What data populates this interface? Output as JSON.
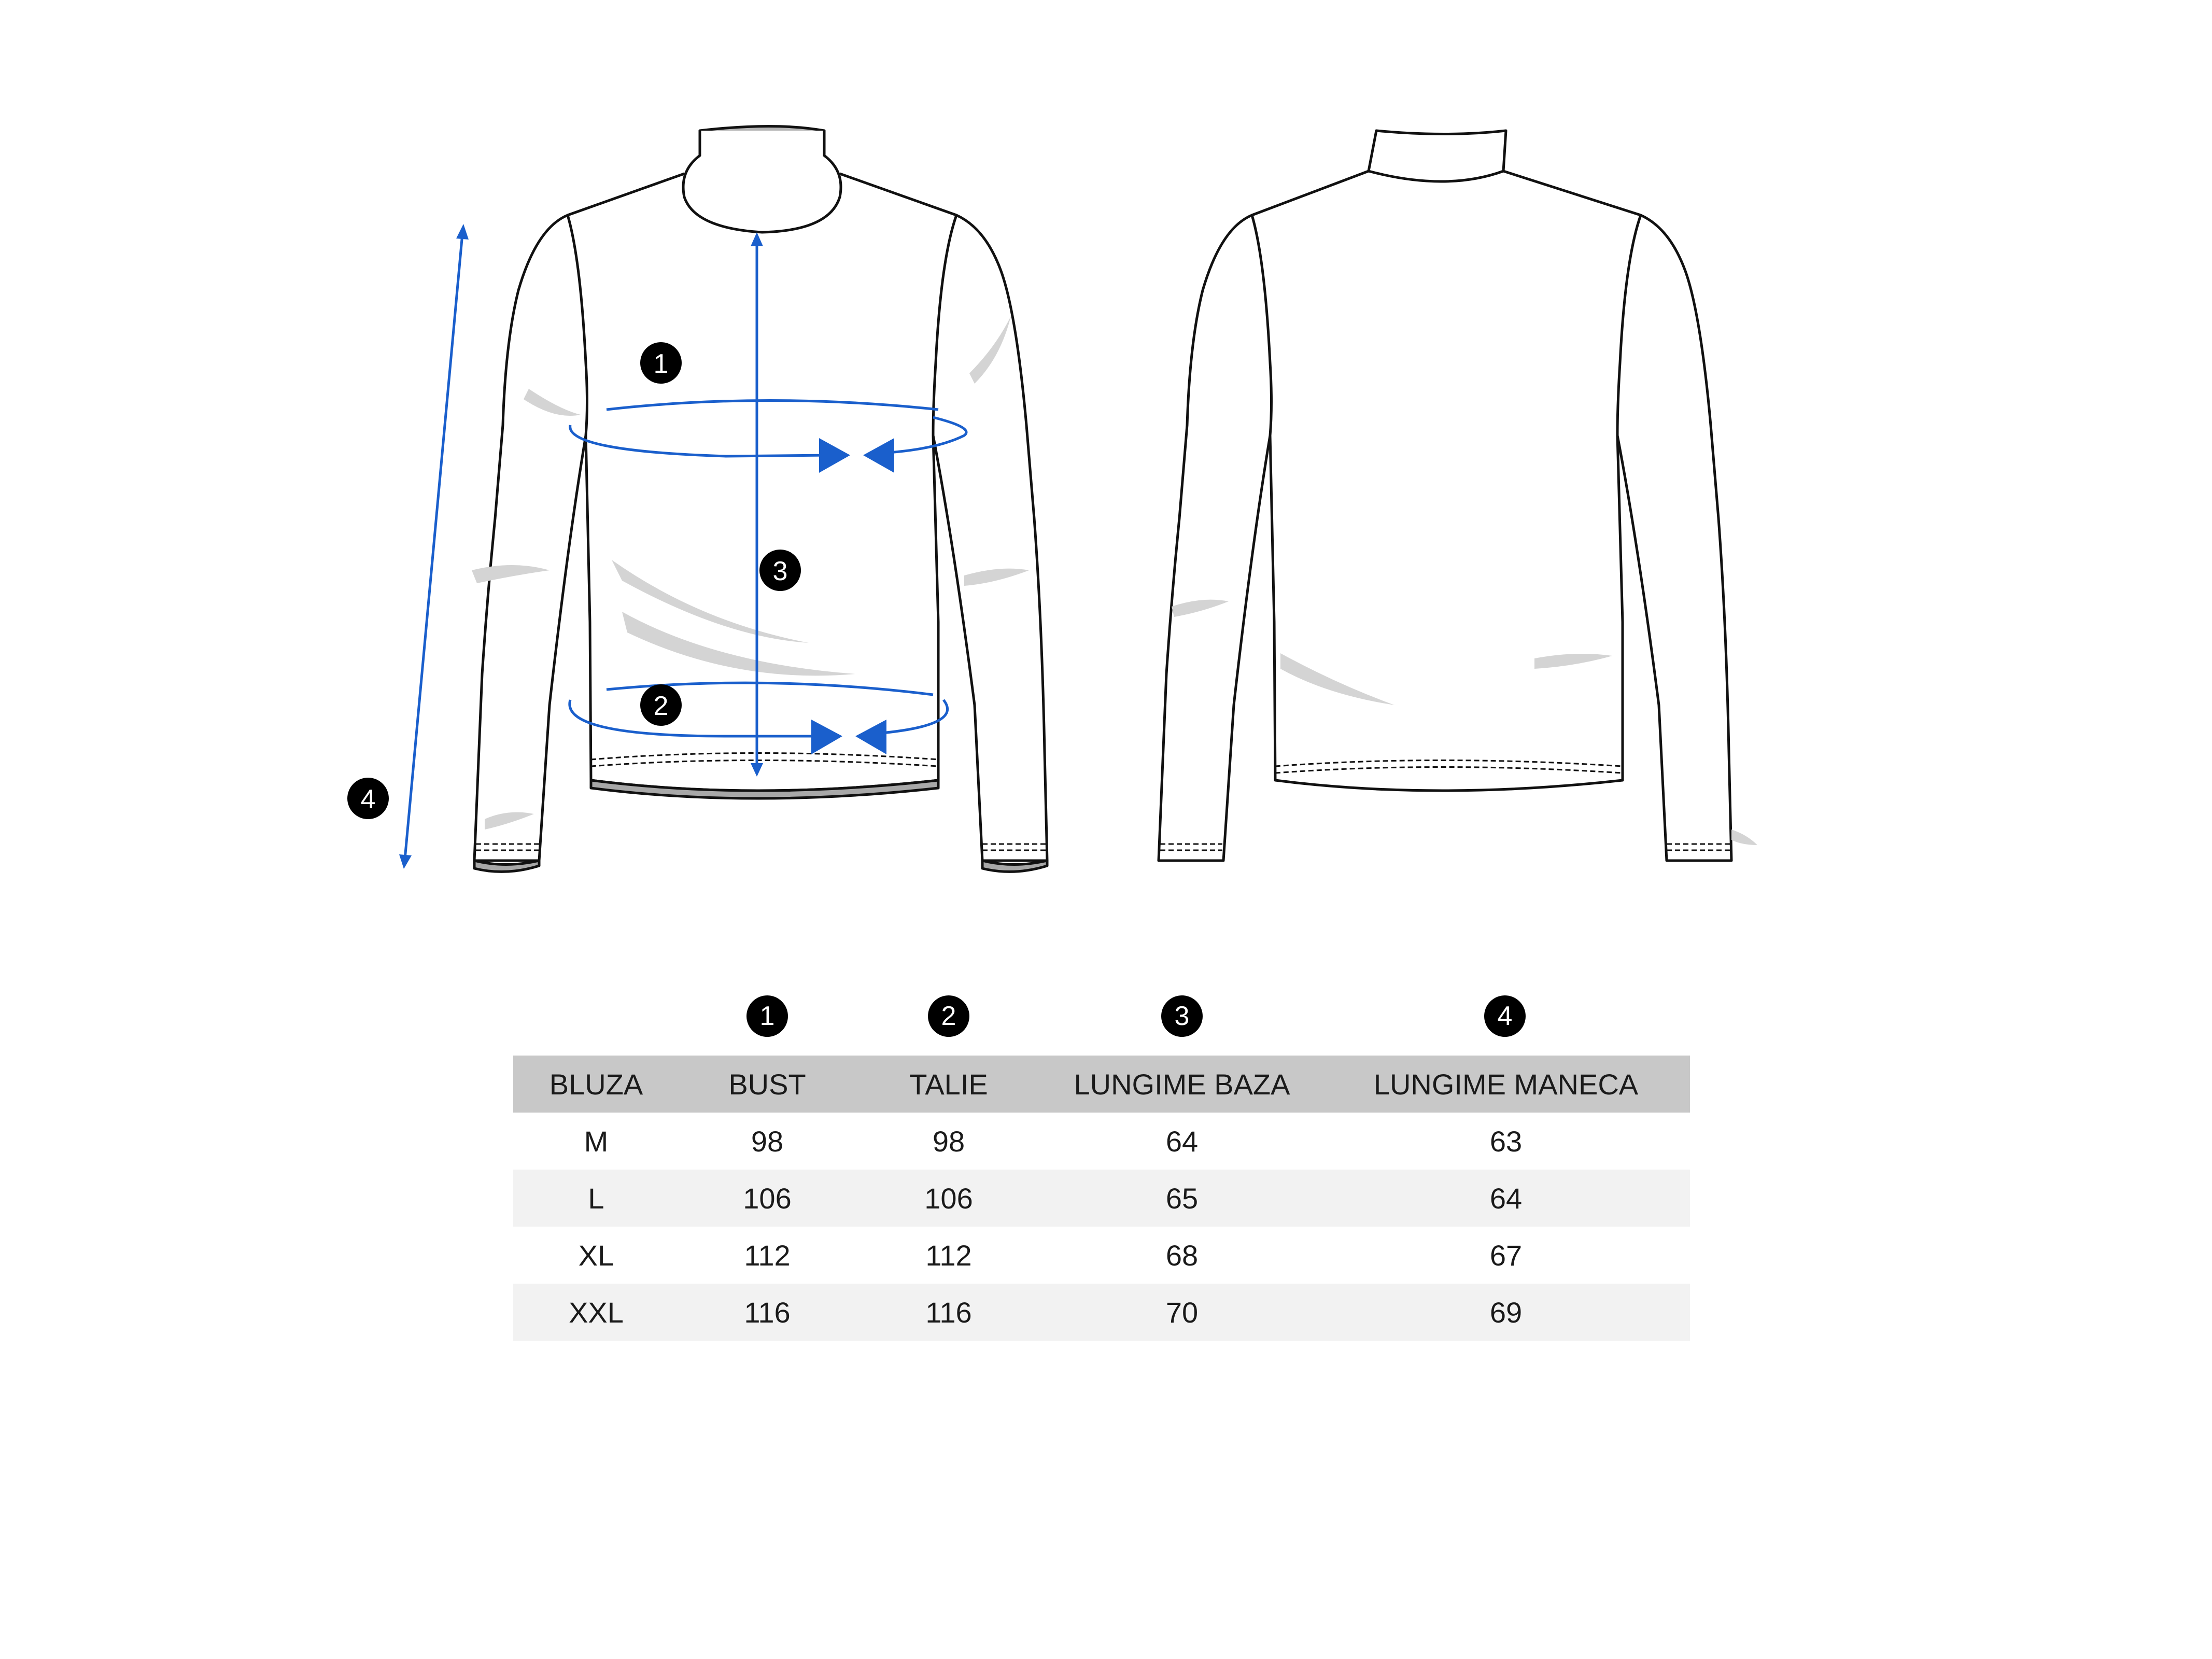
{
  "badges": {
    "b1": "1",
    "b2": "2",
    "b3": "3",
    "b4": "4"
  },
  "colors": {
    "measure_blue": "#1a5fcc",
    "outline": "#111111",
    "table_header": "#c8c8c8",
    "row_alt": "#f2f2f2",
    "shading": "#cfcfcf"
  },
  "table": {
    "headers": [
      "BLUZA",
      "BUST",
      "TALIE",
      "LUNGIME BAZA",
      "LUNGIME MANECA"
    ],
    "rows": [
      [
        "M",
        "98",
        "98",
        "64",
        "63"
      ],
      [
        "L",
        "106",
        "106",
        "65",
        "64"
      ],
      [
        "XL",
        "112",
        "112",
        "68",
        "67"
      ],
      [
        "XXL",
        "116",
        "116",
        "70",
        "69"
      ]
    ]
  }
}
